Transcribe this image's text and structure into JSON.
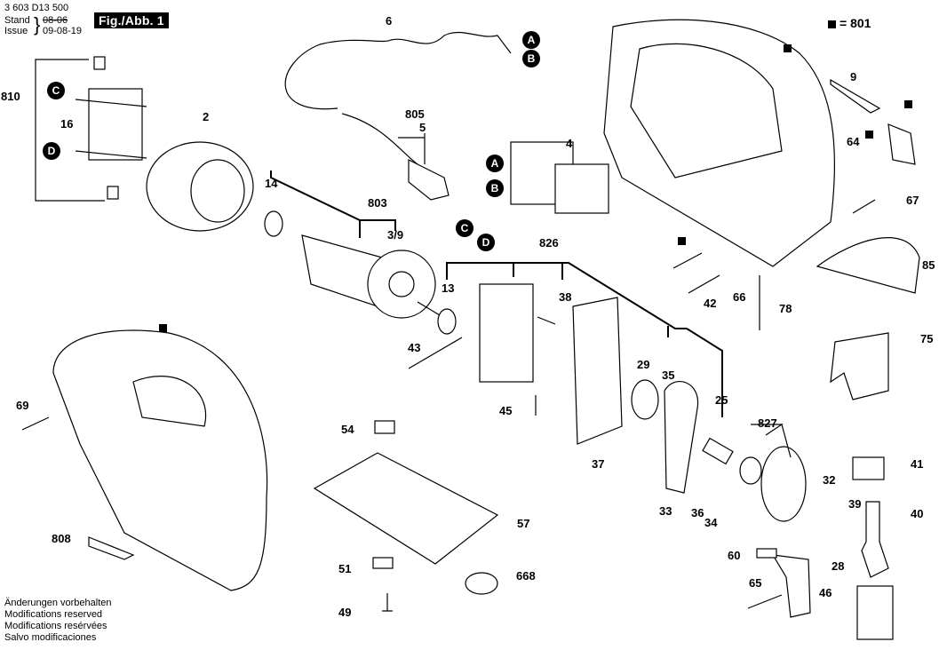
{
  "header": {
    "doc_number": "3 603 D13 500",
    "stand_label": "Stand",
    "issue_label": "Issue",
    "old_date": "08-06",
    "issue_date": "09-08-19",
    "figure_label": "Fig./Abb. 1"
  },
  "legend": {
    "square_symbol": "■",
    "text": "= 801"
  },
  "connectors": [
    "A",
    "B",
    "C",
    "D"
  ],
  "part_labels": {
    "p2": "2",
    "p3_9": "3/9",
    "p4": "4",
    "p5": "5",
    "p6": "6",
    "p9": "9",
    "p13": "13",
    "p14": "14",
    "p16": "16",
    "p25": "25",
    "p28": "28",
    "p29": "29",
    "p32": "32",
    "p33": "33",
    "p34": "34",
    "p35": "35",
    "p36": "36",
    "p37": "37",
    "p38": "38",
    "p39": "39",
    "p40": "40",
    "p41": "41",
    "p42": "42",
    "p43": "43",
    "p45": "45",
    "p46": "46",
    "p49": "49",
    "p51": "51",
    "p54": "54",
    "p57": "57",
    "p60": "60",
    "p64": "64",
    "p65": "65",
    "p66": "66",
    "p67": "67",
    "p69": "69",
    "p75": "75",
    "p78": "78",
    "p85": "85",
    "p668": "668",
    "p803": "803",
    "p805": "805",
    "p808": "808",
    "p810": "810",
    "p826": "826",
    "p827": "827"
  },
  "footer": {
    "lines": [
      "Änderungen vorbehalten",
      "Modifications reserved",
      "Modifications resérvées",
      "Salvo modificaciones"
    ]
  }
}
